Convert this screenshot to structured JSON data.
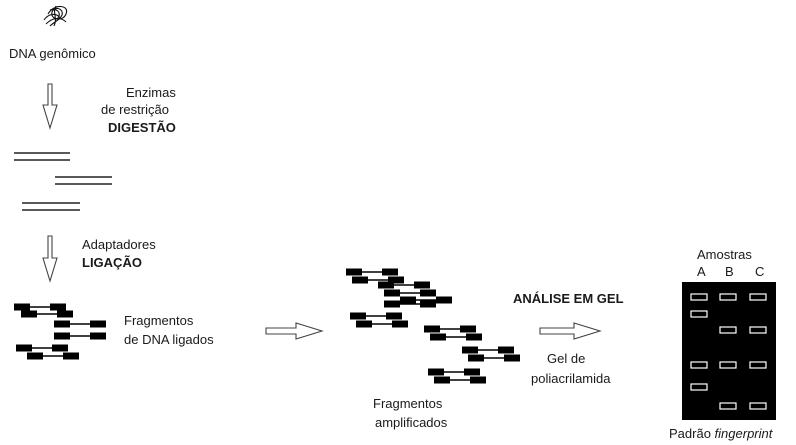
{
  "genomic_dna_label": "DNA genômico",
  "step_digestion": {
    "line1": "Enzimas",
    "line2": "de restrição",
    "line3": "DIGESTÃO"
  },
  "step_ligation": {
    "line1": "Adaptadores",
    "line2": "LIGAÇÃO"
  },
  "ligated_fragments": {
    "line1": "Fragmentos",
    "line2": "de DNA ligados"
  },
  "amplified_fragments": {
    "line1": "Fragmentos",
    "line2": "amplificados"
  },
  "gel_analysis": {
    "title": "ANÁLISE EM GEL",
    "line1": "Gel de",
    "line2": "poliacrilamida"
  },
  "gel": {
    "samples_title": "Amostras",
    "lanes": [
      "A",
      "B",
      "C"
    ],
    "result_prefix": "Padrão ",
    "result_italic": "fingerprint",
    "colors": {
      "gel": "#000000",
      "band": "#ffffff"
    }
  }
}
